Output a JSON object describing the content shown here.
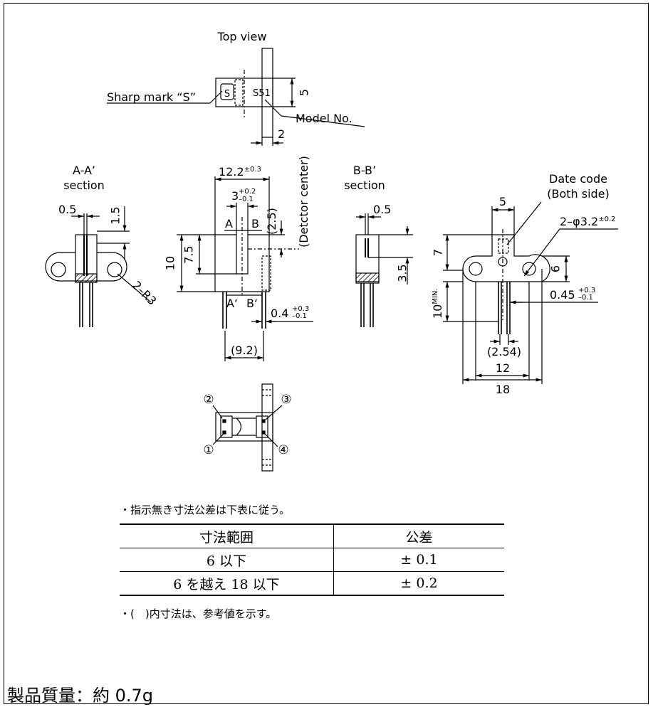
{
  "top_view": {
    "title": "Top view",
    "sharp_mark_label": "Sharp mark “S”",
    "model_marking": "S51",
    "model_no_label": "Model No.",
    "dim_5": "5",
    "dim_2": "2"
  },
  "section_aa": {
    "title_line1": "A-A’",
    "title_line2": "section",
    "dim_0_5": "0.5",
    "dim_1_5": "1.5",
    "radius": "2–R3"
  },
  "front_view": {
    "dim_12_2": "12.2",
    "dim_12_2_tol": "±0.3",
    "dim_3": "3",
    "dim_3_tol_plus": "+0.2",
    "dim_3_tol_minus": "–0.1",
    "label_a": "A",
    "label_b": "B",
    "label_a2": "A‘",
    "label_b2": "B‘",
    "dim_2_5": "(2.5)",
    "detector_center": "(Detctor center)",
    "dim_10": "10",
    "dim_7_5": "7.5",
    "dim_0_4": "0.4",
    "dim_0_4_tol_plus": "+0.3",
    "dim_0_4_tol_minus": "–0.1",
    "dim_9_2": "(9.2)"
  },
  "section_bb": {
    "title_line1": "B-B’",
    "title_line2": "section",
    "dim_0_5": "0.5",
    "dim_3_5": "3.5"
  },
  "side_view": {
    "date_code_line1": "Date code",
    "date_code_line2": "(Both side)",
    "dim_5": "5",
    "hole": "2–φ3.2",
    "hole_tol": "±0.2",
    "dim_7": "7",
    "dim_6": "6",
    "dim_10": "10",
    "dim_10_sup": "MIN.",
    "dim_0_45": "0.45",
    "dim_0_45_tol_plus": "+0.3",
    "dim_0_45_tol_minus": "–0.1",
    "dim_2_54": "(2.54)",
    "dim_12": "12",
    "dim_18": "18"
  },
  "bottom_view": {
    "pin1": "①",
    "pin2": "②",
    "pin3": "③",
    "pin4": "④"
  },
  "notes": {
    "tolerance_note": "・指示無き寸法公差は下表に従う。",
    "reference_note": "・(　)内寸法は、参考値を示す。"
  },
  "tolerance_table": {
    "header": [
      "寸法範囲",
      "公差"
    ],
    "rows": [
      [
        "6 以下",
        "± 0.1"
      ],
      [
        "6 を越え 18 以下",
        "± 0.2"
      ]
    ]
  },
  "weight": "製品質量：約 0.7g"
}
